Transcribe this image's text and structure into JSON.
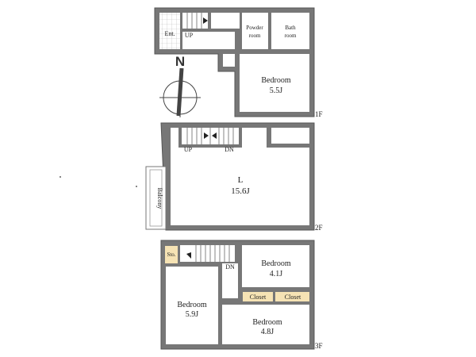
{
  "colors": {
    "wall": "#777777",
    "wall_stroke": "#555555",
    "floor": "#ffffff",
    "closet_fill": "#f6e3b4",
    "tile_line": "#bbbbbb",
    "stair_line": "#666666"
  },
  "compass": {
    "label": "N"
  },
  "floors": {
    "first": {
      "tag": "1F",
      "entrance": "Ent.",
      "up": "UP",
      "powder_room": [
        "Powder",
        "room"
      ],
      "bath_room": [
        "Bath",
        "room"
      ],
      "bedroom": {
        "name": "Bedroom",
        "size": "5.5J"
      }
    },
    "second": {
      "tag": "2F",
      "up": "UP",
      "dn": "DN",
      "living": {
        "name": "L",
        "size": "15.6J"
      },
      "balcony": "Balcony"
    },
    "third": {
      "tag": "3F",
      "storage": "Sto.",
      "dn": "DN",
      "bedroom_a": {
        "name": "Bedroom",
        "size": "4.1J"
      },
      "bedroom_b": {
        "name": "Bedroom",
        "size": "5.9J"
      },
      "bedroom_c": {
        "name": "Bedroom",
        "size": "4.8J"
      },
      "closet_1": "Closet",
      "closet_2": "Closet"
    }
  }
}
